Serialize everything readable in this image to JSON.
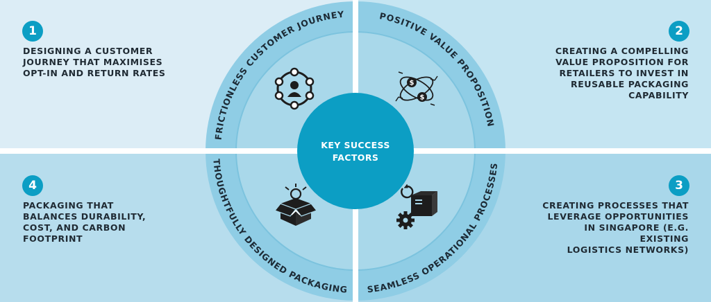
{
  "center": {
    "line1": "KEY SUCCESS",
    "line2": "FACTORS"
  },
  "factors": [
    {
      "number": "1",
      "ring_label": "FRICTIONLESS CUSTOMER JOURNEY",
      "icon": "customer-network-icon",
      "lines": [
        "DESIGNING A CUSTOMER",
        "JOURNEY THAT MAXIMISES",
        "OPT-IN AND RETURN RATES"
      ]
    },
    {
      "number": "2",
      "ring_label": "POSITIVE VALUE PROPOSITION",
      "icon": "dollar-orbit-icon",
      "lines": [
        "CREATING A COMPELLING",
        "VALUE PROPOSITION FOR",
        "RETAILERS TO INVEST IN",
        "REUSABLE PACKAGING",
        "CAPABILITY"
      ]
    },
    {
      "number": "3",
      "ring_label": "SEAMLESS OPERATIONAL PROCESSES",
      "icon": "box-gear-icon",
      "lines": [
        "CREATING PROCESSES THAT",
        "LEVERAGE OPPORTUNITIES",
        "IN SINGAPORE (E.G. EXISTING",
        "LOGISTICS NETWORKS)"
      ]
    },
    {
      "number": "4",
      "ring_label": "THOUGHTFULLY DESIGNED PACKAGING",
      "icon": "idea-box-icon",
      "lines": [
        "PACKAGING THAT",
        "BALANCES DURABILITY,",
        "COST, AND CARBON",
        "FOOTPRINT"
      ]
    }
  ],
  "colors": {
    "accent": "#0c9ec4",
    "ring_outer": "#8fcde5",
    "ring_inner": "#a9d8ea",
    "text_dark": "#1f2a33",
    "icon_dark": "#1d1d1d"
  }
}
